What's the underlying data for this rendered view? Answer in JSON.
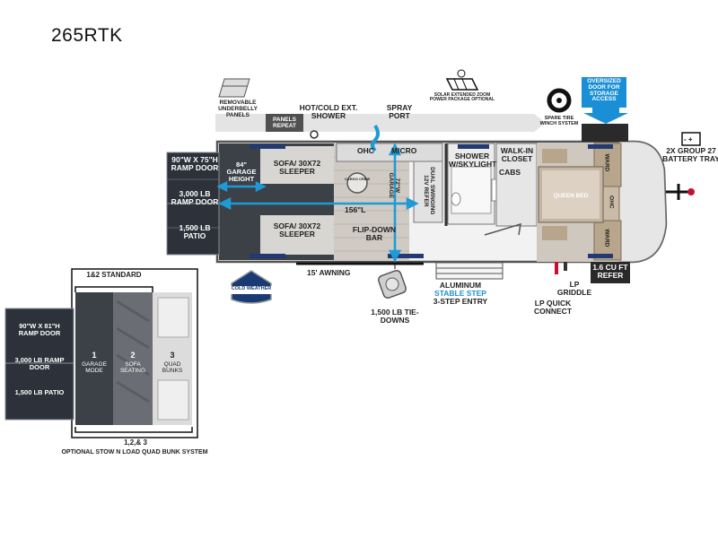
{
  "title": "265RTK",
  "main_plan": {
    "ramp_door": "90\"W x 75\"H RAMP DOOR",
    "garage_height": "84\" GARAGE HEIGHT",
    "ramp_capacity": "3,000 LB RAMP DOOR",
    "patio": "1,500 LB PATIO",
    "sofa_top": "SOFA/ 30x72 SLEEPER",
    "sofa_bottom": "SOFA/ 30x72 SLEEPER",
    "ohc": "OHC",
    "micro": "MICRO",
    "garage_width": "72\"W GARAGE",
    "length": "156\"L",
    "refer": "DUAL SWINGING 12V REFER",
    "flip_down_bar": "FLIP-DOWN BAR",
    "shower": "SHOWER w/SKYLIGHT",
    "closet": "WALK-IN CLOSET",
    "cabs": "CABS",
    "bed": "QUEEN BED",
    "ward_top": "WARD",
    "ward_bottom": "WARD",
    "ohc_front": "OHC",
    "cargo_crew": "CARGO CREW"
  },
  "callouts": {
    "underbelly": "REMOVABLE UNDERBELLY PANELS",
    "panels_repeat": "PANELS REPEAT",
    "shower_ext": "HOT/COLD EXT. SHOWER",
    "spray_port": "SPRAY PORT",
    "solar": "SOLAR EXTENDED ZOOM POWER PACKAGE OPTIONAL",
    "spare_tire": "SPARE TIRE WINCH SYSTEM",
    "storage": "OVERSIZED DOOR FOR STORAGE ACCESS",
    "battery": "2X GROUP 27 BATTERY TRAY",
    "refer_cu": "1.6 CU FT REFER",
    "awning": "15' AWNING",
    "tie_downs": "1,500 LB TIE-DOWNS",
    "step_1": "ALUMINUM",
    "step_2": "STABLE STEP",
    "step_3": "3-STEP ENTRY",
    "lp_griddle": "LP GRIDDLE",
    "lp_connect": "LP QUICK CONNECT",
    "cold_weather": "COLD WEATHER"
  },
  "inset": {
    "standard": "1&2 STANDARD",
    "ramp_door": "90\"W x 81\"H RAMP DOOR",
    "ramp_capacity": "3,000 LB RAMP DOOR",
    "patio": "1,500 LB PATIO",
    "mode_1_num": "1",
    "mode_1": "GARAGE MODE",
    "mode_2_num": "2",
    "mode_2": "SOFA SEATING",
    "mode_3_num": "3",
    "mode_3": "QUAD BUNKS",
    "optional_num": "1,2,& 3",
    "optional": "OPTIONAL STOW N LOAD QUAD BUNK SYSTEM"
  },
  "colors": {
    "navy": "#2a3346",
    "garage_gray": "#3c4148",
    "floor": "#d9d6d0",
    "wood": "#b7a58c",
    "arrow_blue": "#1e9ad6",
    "brand_blue": "#1b8fd6",
    "rug": "#223a73"
  }
}
